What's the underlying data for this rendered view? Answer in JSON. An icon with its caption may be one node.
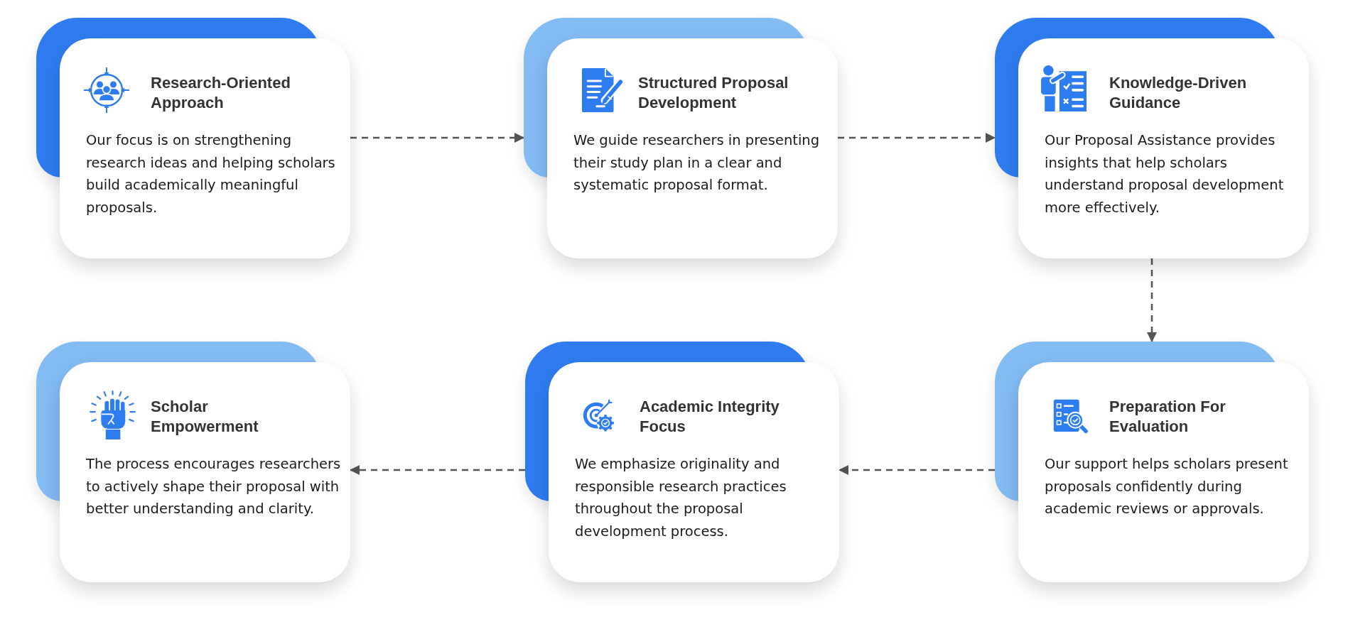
{
  "diagram": {
    "nodes": [
      {
        "text": [
          "Research-Oriented Approach",
          "Our focus is on strengthening research ideas and helping scholars build academically meaningful proposals."
        ]
      },
      {
        "text": [
          "Structured Proposal Development",
          "We guide researchers in presenting their study plan in a clear and systematic proposal format."
        ]
      },
      {
        "text": [
          "Knowledge-Driven Guidance",
          "Our Proposal Assistance provides insights that help scholars understand proposal development more effectively."
        ]
      },
      {
        "text": [
          "Scholar Empowerment",
          "The process encourages researchers to actively shape their proposal with better understanding and clarity."
        ]
      },
      {
        "text": [
          "Academic Integrity Focus",
          "We emphasize originality and responsible research practices throughout the proposal development process."
        ]
      },
      {
        "text": [
          "Preparation For Evaluation",
          "Our support helps scholars present proposals confidently during academic reviews or approvals."
        ]
      }
    ],
    "edges": [
      {
        "from": 0,
        "to": 1,
        "arrow": "to",
        "style": "dashed"
      },
      {
        "from": 1,
        "to": 2,
        "arrow": "to",
        "style": "dashed"
      },
      {
        "from": 2,
        "to": 5,
        "arrow": "to",
        "style": "dashed"
      },
      {
        "from": 5,
        "to": 4,
        "arrow": "to",
        "style": "dashed"
      },
      {
        "from": 4,
        "to": 3,
        "arrow": "to",
        "style": "dashed"
      }
    ]
  }
}
